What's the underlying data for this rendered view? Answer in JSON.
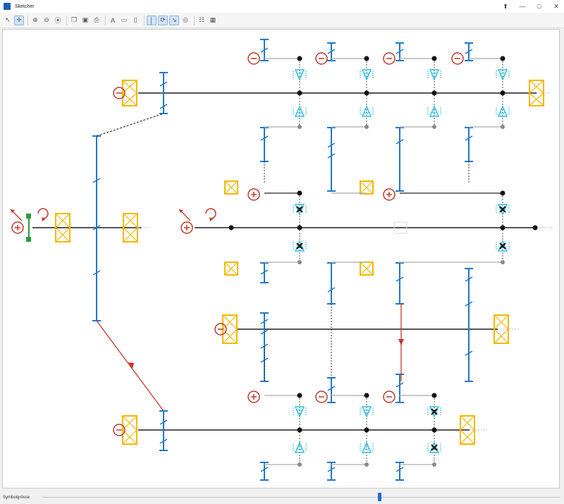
{
  "window": {
    "title": "Sketcher",
    "minimize_glyph": "—",
    "maximize_glyph": "□",
    "close_glyph": "✕",
    "pin_glyph": "⬆"
  },
  "toolbar": {
    "tools": [
      {
        "name": "select-tool-icon",
        "glyph": "↖"
      },
      {
        "name": "pan-tool-icon",
        "glyph": "✛",
        "active": true
      },
      {
        "name": "zoom-in-icon",
        "glyph": "⊕"
      },
      {
        "name": "zoom-out-icon",
        "glyph": "⊖"
      },
      {
        "name": "zoom-fit-icon",
        "glyph": "⦿"
      },
      {
        "name": "copy-icon",
        "glyph": "❐"
      },
      {
        "name": "save-icon",
        "glyph": "▣"
      },
      {
        "name": "print-icon",
        "glyph": "⎙"
      },
      {
        "name": "text-tool-icon",
        "glyph": "A"
      },
      {
        "name": "layout-icon",
        "glyph": "▭"
      },
      {
        "name": "element-icon",
        "glyph": "▯"
      },
      {
        "name": "line-tool-icon",
        "glyph": "│",
        "active": true
      },
      {
        "name": "rotate-tool-icon",
        "glyph": "⟳",
        "active": true
      },
      {
        "name": "arrow-tool-icon",
        "glyph": "↘",
        "active": true
      },
      {
        "name": "circle-tool-icon",
        "glyph": "◎"
      },
      {
        "name": "tree-icon",
        "glyph": "☷"
      },
      {
        "name": "grid-icon",
        "glyph": "▦"
      }
    ]
  },
  "status": {
    "label": "Symbolgrösse",
    "slider_value": 0.65
  },
  "colors": {
    "shaft": "#555555",
    "gear": "#1f78c8",
    "bearing": "#f5b800",
    "clutch": "#2fc0e0",
    "red": "#c0392b",
    "green": "#2a9d3a",
    "dashed": "#333333",
    "lightline": "#b8b8b8"
  }
}
